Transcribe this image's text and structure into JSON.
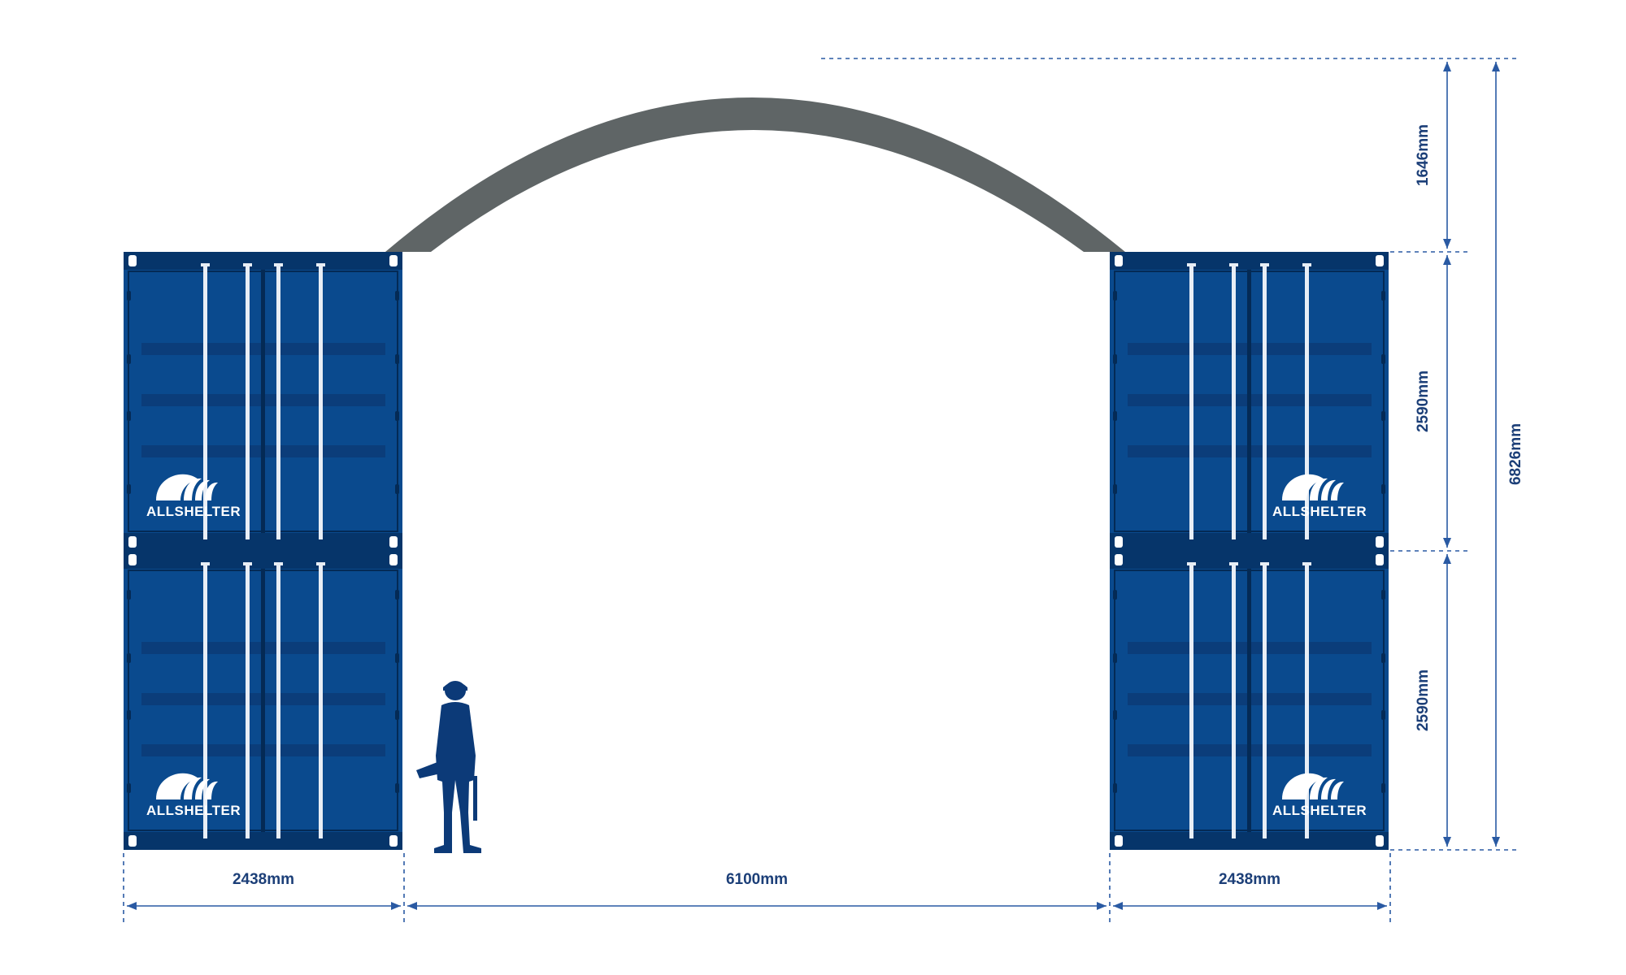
{
  "diagram": {
    "brand": "ALLSHELTER",
    "colors": {
      "container": "#0a4a8e",
      "container_dark": "#06356a",
      "container_border": "#042a55",
      "bar": "#0b3d7a",
      "rod": "#e8eef6",
      "roof": "#5f6566",
      "dimension": "#2a5aa3",
      "person": "#0c3a78"
    },
    "dimensions": {
      "left_width": "2438mm",
      "center_width": "6100mm",
      "right_width": "2438mm",
      "arch_height": "1646mm",
      "upper_container_height": "2590mm",
      "lower_container_height": "2590mm",
      "total_height": "6826mm"
    },
    "icons": {
      "person": "worker-silhouette-icon",
      "logo": "allshelter-arch-logo-icon"
    }
  }
}
